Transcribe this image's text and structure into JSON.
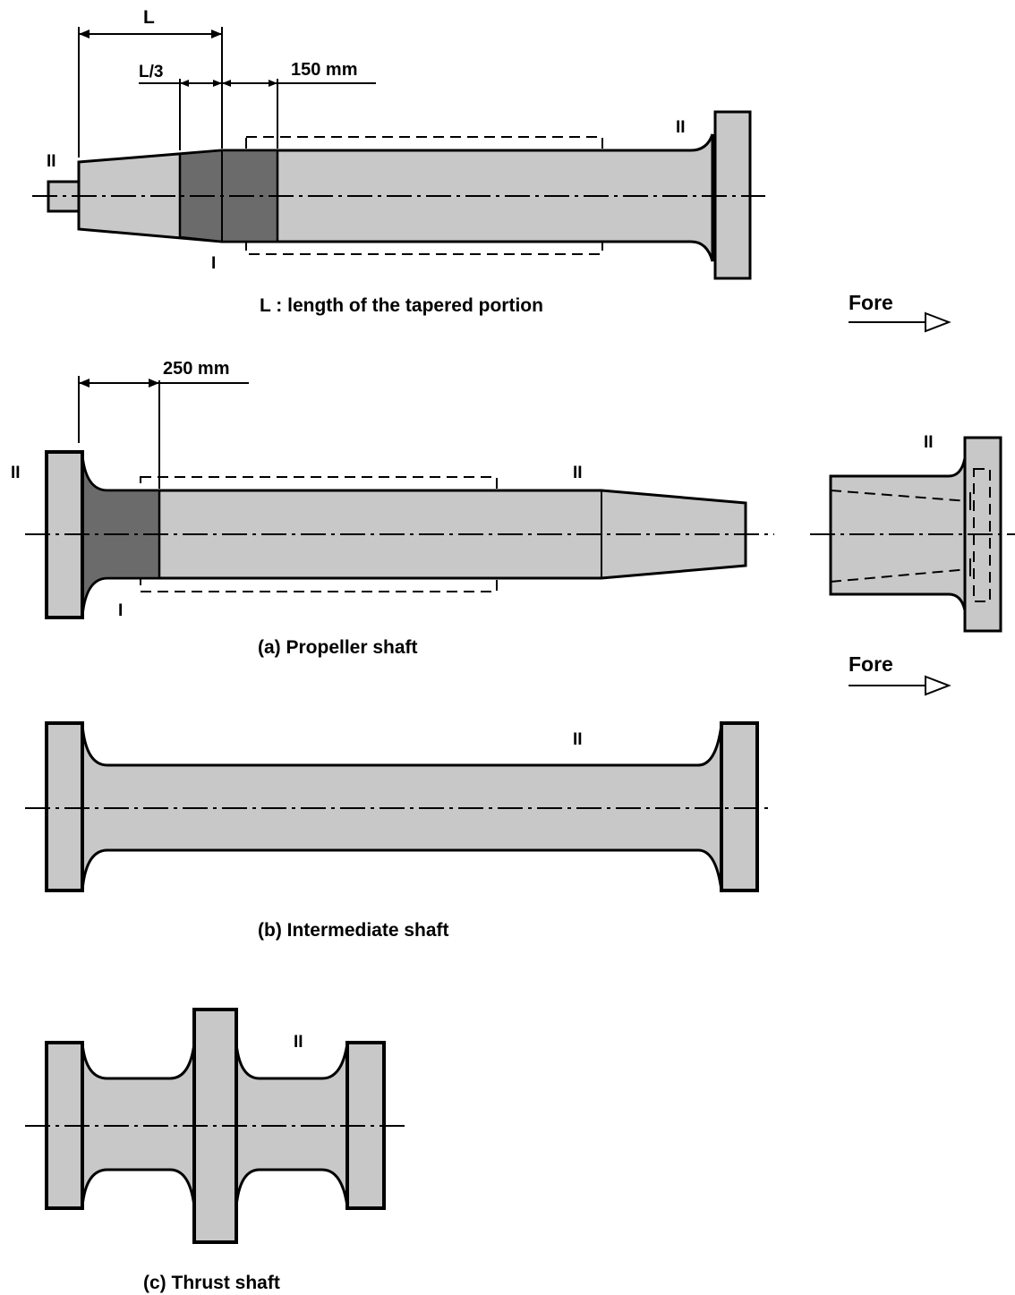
{
  "labels": {
    "L": "L",
    "L3": "L/3",
    "mm150": "150 mm",
    "mm250": "250 mm",
    "caption_L": "L : length of the tapered portion",
    "fore": "Fore",
    "zone1": "I",
    "zone2": "II",
    "caption_a": "(a) Propeller shaft",
    "caption_b": "(b) Intermediate shaft",
    "caption_c": "(c) Thrust shaft"
  },
  "colors": {
    "shaft_fill": "#c8c8c8",
    "zone_I_fill": "#6b6b6b",
    "line": "#000000"
  }
}
